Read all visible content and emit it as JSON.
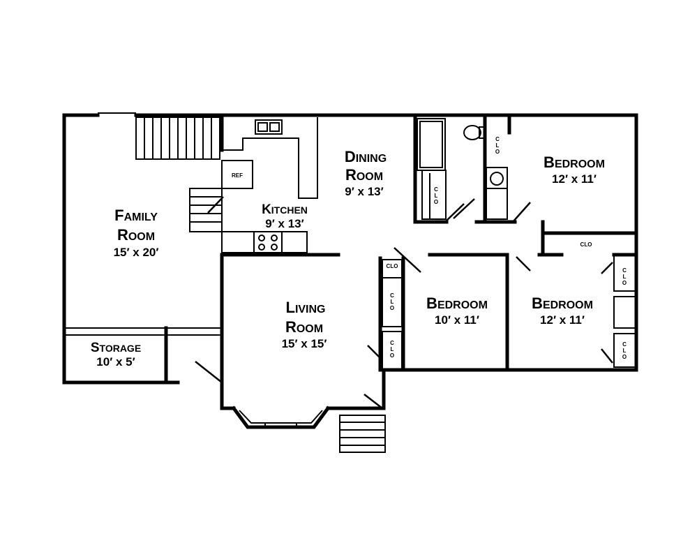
{
  "rooms": {
    "family": {
      "cap1": "F",
      "rest1": "AMILY",
      "cap2": "R",
      "rest2": "OOM",
      "dims": "15′ x 20′"
    },
    "kitchen": {
      "cap1": "K",
      "rest1": "ITCHEN",
      "dims": "9′ x 13′"
    },
    "dining": {
      "cap1": "D",
      "rest1": "INING",
      "cap2": "R",
      "rest2": "OOM",
      "dims": "9′ x 13′"
    },
    "bedroom1": {
      "cap1": "B",
      "rest1": "EDROOM",
      "dims": "12′ x 11′"
    },
    "bedroom2": {
      "cap1": "B",
      "rest1": "EDROOM",
      "dims": "10′ x 11′"
    },
    "bedroom3": {
      "cap1": "B",
      "rest1": "EDROOM",
      "dims": "12′ x 11′"
    },
    "living": {
      "cap1": "L",
      "rest1": "IVING",
      "cap2": "R",
      "rest2": "OOM",
      "dims": "15′ x 15′"
    },
    "storage": {
      "cap1": "S",
      "rest1": "TORAGE",
      "dims": "10′ x 5′"
    }
  },
  "labels": {
    "ref": "REF",
    "clo": "CLO",
    "clo_v1": "C",
    "clo_v2": "L",
    "clo_v3": "O"
  }
}
